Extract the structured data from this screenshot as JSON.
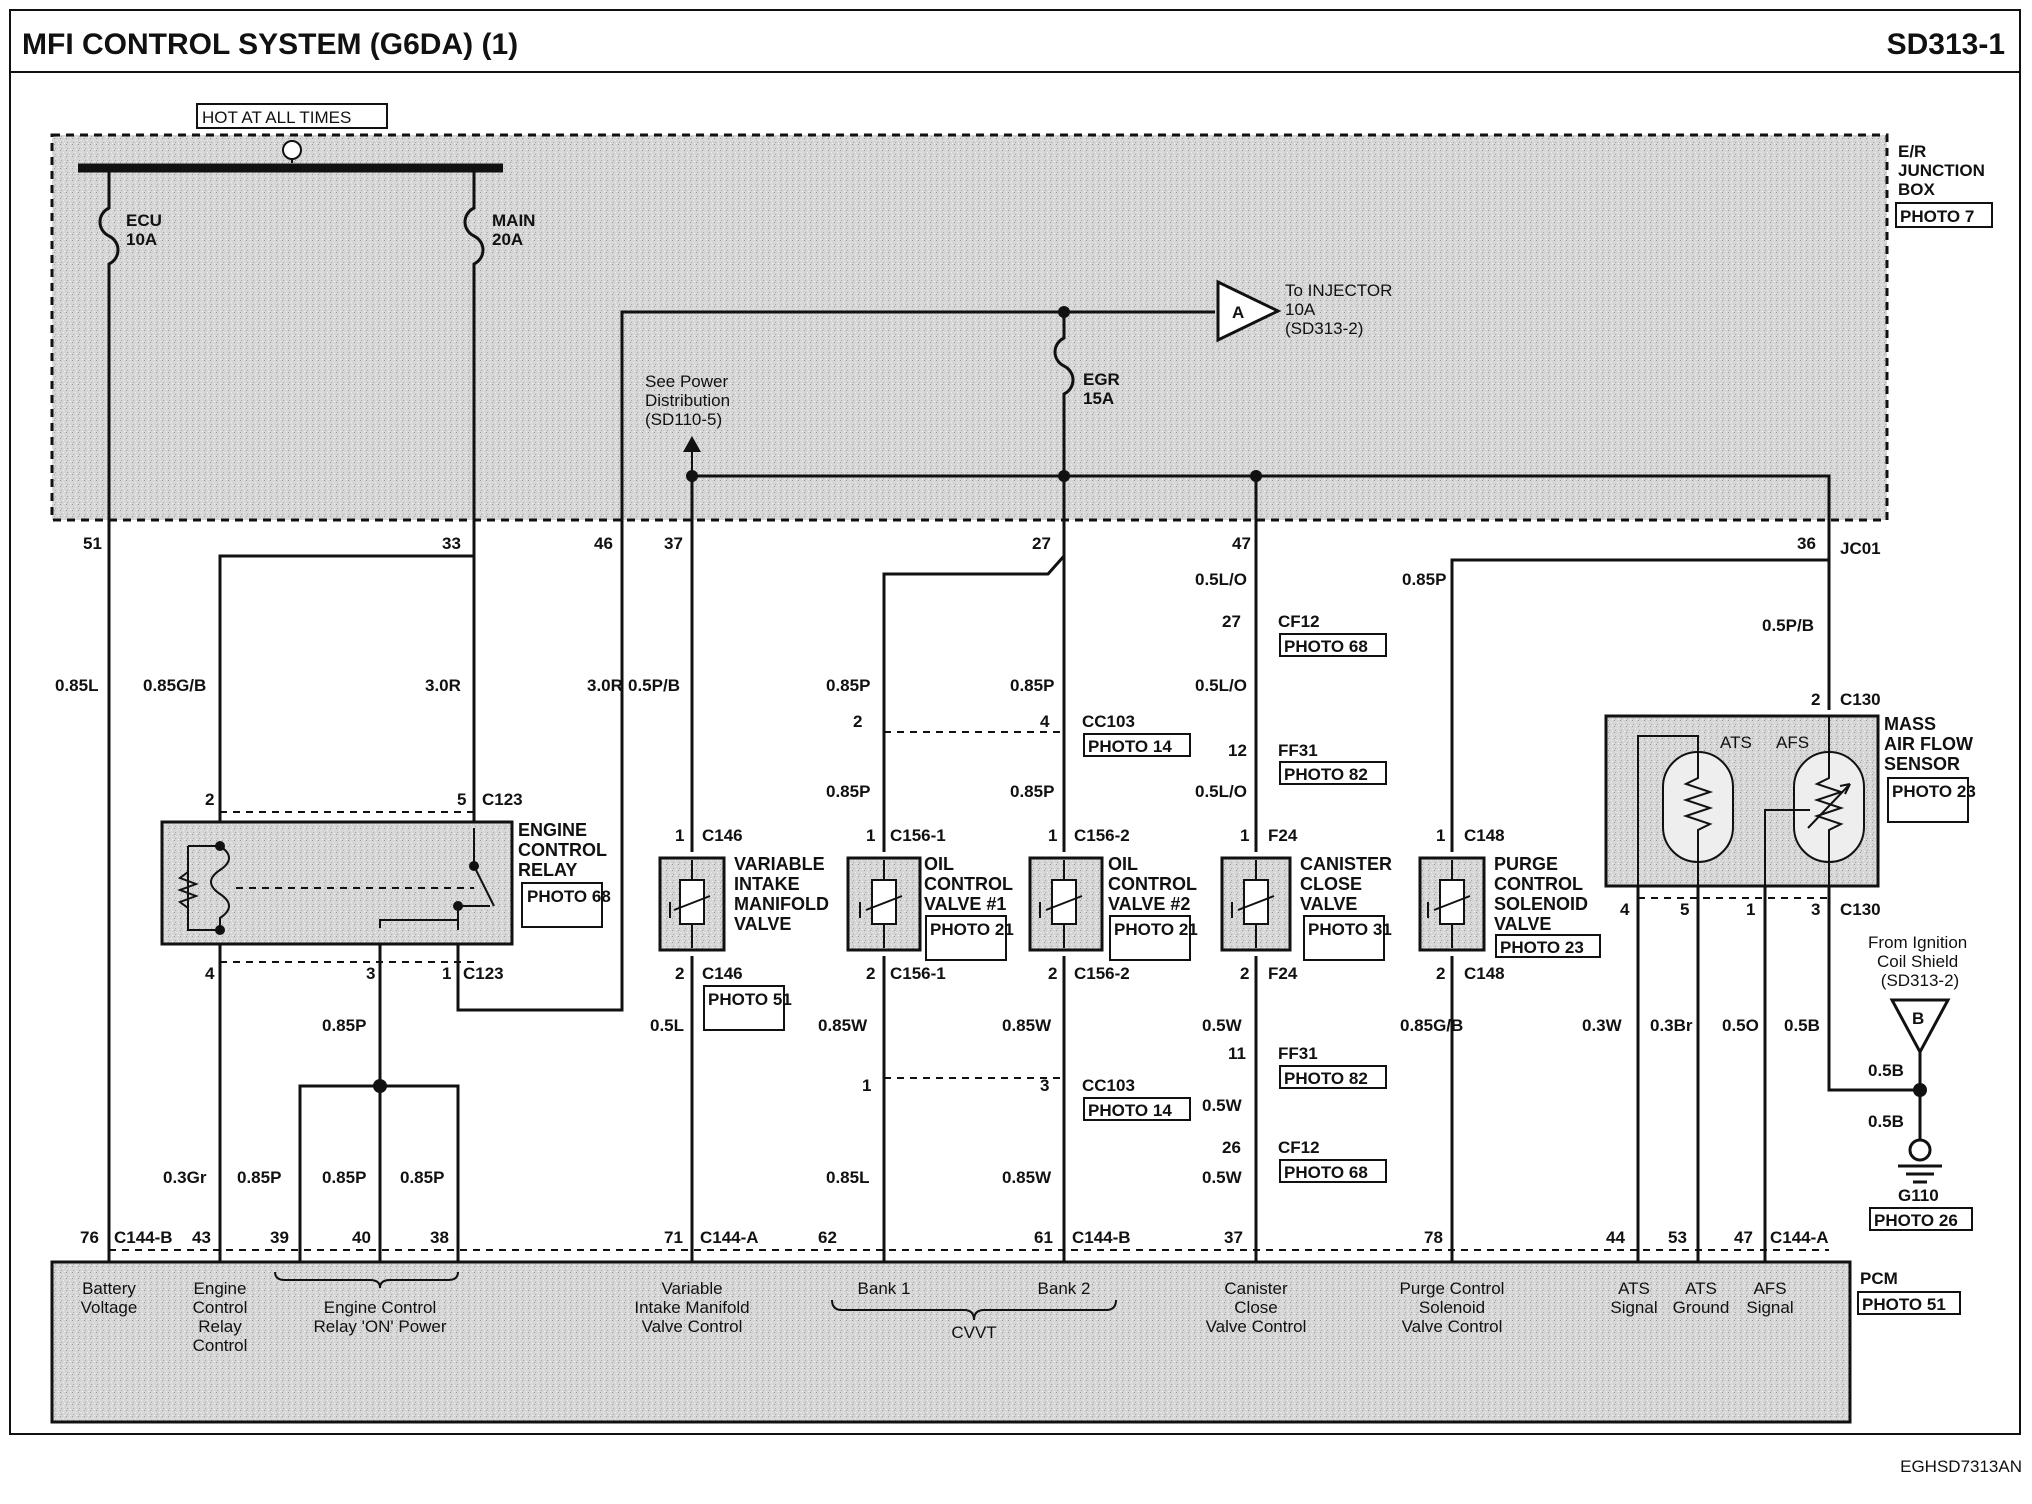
{
  "header": {
    "title": "MFI CONTROL SYSTEM (G6DA) (1)",
    "code": "SD313-1"
  },
  "footer": {
    "code": "EGHSD7313AN"
  },
  "supply": {
    "hot_label": "HOT AT ALL TIMES"
  },
  "junction_box": {
    "name_lines": [
      "E/R",
      "JUNCTION",
      "BOX"
    ],
    "photo": "PHOTO 7",
    "connector": "JC01",
    "fuses": {
      "ecu": [
        "ECU",
        "10A"
      ],
      "main": [
        "MAIN",
        "20A"
      ],
      "egr": [
        "EGR",
        "15A"
      ]
    },
    "injector_ref": {
      "letter": "A",
      "lines": [
        "To INJECTOR",
        "10A",
        "(SD313-2)"
      ]
    },
    "power_dist_ref": [
      "See Power",
      "Distribution",
      "(SD110-5)"
    ],
    "pins": [
      "51",
      "33",
      "46",
      "37",
      "27",
      "47",
      "36"
    ]
  },
  "wires": {
    "w085L": "0.85L",
    "w085GB": "0.85G/B",
    "w30R": "3.0R",
    "w05PB": "0.5P/B",
    "w085P": "0.85P",
    "w05LO": "0.5L/O",
    "w05L": "0.5L",
    "w085W": "0.85W",
    "w05W": "0.5W",
    "w085GB2": "0.85G/B",
    "w03W": "0.3W",
    "w03Br": "0.3Br",
    "w05O": "0.5O",
    "w05B": "0.5B",
    "w03Gr": "0.3Gr",
    "w085L2": "0.85L"
  },
  "connectors": {
    "c123": "C123",
    "c146": "C146",
    "c1561": "C156-1",
    "c1562": "C156-2",
    "f24": "F24",
    "c148": "C148",
    "c130": "C130",
    "cc103": "CC103",
    "cf12": "CF12",
    "ff31": "FF31",
    "c144a": "C144-A",
    "c144b": "C144-B"
  },
  "photos": {
    "p68": "PHOTO 68",
    "p14": "PHOTO 14",
    "p82": "PHOTO 82",
    "p51": "PHOTO 51",
    "p21": "PHOTO 21",
    "p31": "PHOTO 31",
    "p23": "PHOTO 23",
    "p26": "PHOTO 26"
  },
  "pins": {
    "n2": "2",
    "n5": "5",
    "n4": "4",
    "n3": "3",
    "n1": "1",
    "n27": "27",
    "n12": "12",
    "n11": "11",
    "n26": "26",
    "n76": "76",
    "n43": "43",
    "n39": "39",
    "n40": "40",
    "n38": "38",
    "n71": "71",
    "n62": "62",
    "n61": "61",
    "n37": "37",
    "n78": "78",
    "n44": "44",
    "n53": "53",
    "n47": "47"
  },
  "components": {
    "relay": [
      "ENGINE",
      "CONTROL",
      "RELAY"
    ],
    "vim": [
      "VARIABLE",
      "INTAKE",
      "MANIFOLD",
      "VALVE"
    ],
    "ocv1": [
      "OIL",
      "CONTROL",
      "VALVE #1"
    ],
    "ocv2": [
      "OIL",
      "CONTROL",
      "VALVE #2"
    ],
    "ccv": [
      "CANISTER",
      "CLOSE",
      "VALVE"
    ],
    "pcsv": [
      "PURGE",
      "CONTROL",
      "SOLENOID",
      "VALVE"
    ],
    "maf": [
      "MASS",
      "AIR FLOW",
      "SENSOR"
    ],
    "maf_ats": "ATS",
    "maf_afs": "AFS"
  },
  "ignition_ref": {
    "letter": "B",
    "lines": [
      "From Ignition",
      "Coil Shield",
      "(SD313-2)"
    ]
  },
  "ground": {
    "name": "G110"
  },
  "pcm": {
    "name": "PCM",
    "photo": "PHOTO 51",
    "labels": {
      "battery": [
        "Battery",
        "Voltage"
      ],
      "ecr_control": [
        "Engine",
        "Control",
        "Relay",
        "Control"
      ],
      "ecr_on": [
        "Engine Control",
        "Relay 'ON' Power"
      ],
      "vim": [
        "Variable",
        "Intake Manifold",
        "Valve Control"
      ],
      "bank1": "Bank 1",
      "bank2": "Bank 2",
      "cvvt": "CVVT",
      "ccv": [
        "Canister",
        "Close",
        "Valve Control"
      ],
      "pcsv": [
        "Purge Control",
        "Solenoid",
        "Valve Control"
      ],
      "ats": [
        "ATS",
        "Signal"
      ],
      "atsg": [
        "ATS",
        "Ground"
      ],
      "afs": [
        "AFS",
        "Signal"
      ]
    }
  }
}
